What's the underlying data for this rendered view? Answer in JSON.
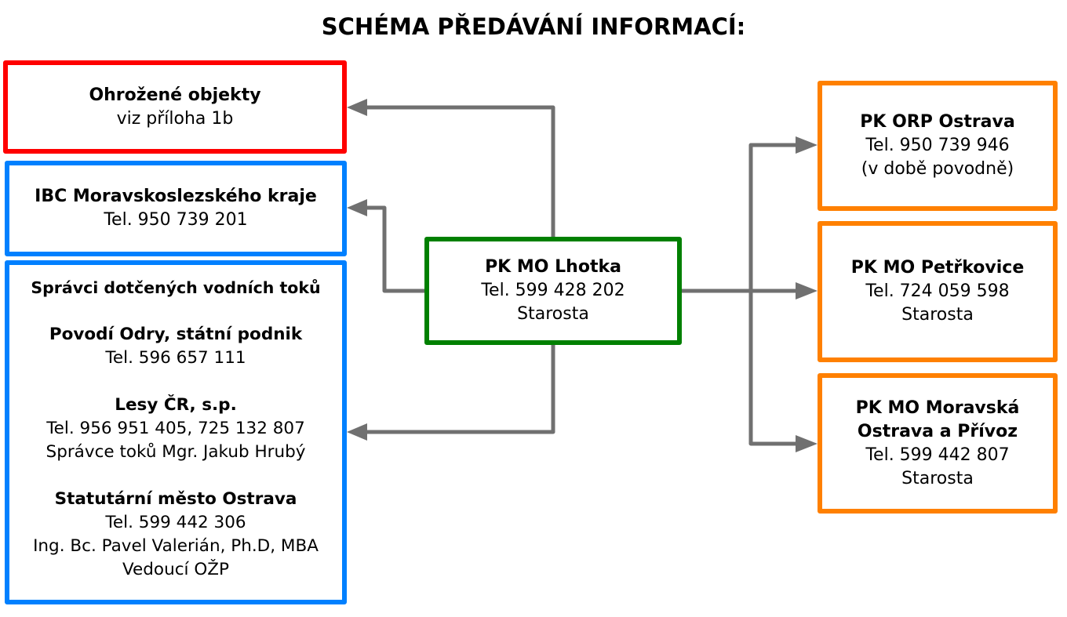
{
  "title": "SCHÉMA PŘEDÁVÁNÍ INFORMACÍ:",
  "colors": {
    "threatened": "#ff0000",
    "authority": "#0080ff",
    "source": "#008000",
    "crisis_staff": "#ff8000",
    "connector": "#707070"
  },
  "center": {
    "name": "PK MO Lhotka",
    "phone": "Tel. 599 428 202",
    "role": "Starosta"
  },
  "left": {
    "threatened": {
      "name": "Ohrožené objekty",
      "note": "viz příloha 1b"
    },
    "ibc": {
      "name": "IBC Moravskoslezského kraje",
      "phone": "Tel. 950 739 201"
    },
    "watercourse_admins": {
      "heading": "Správci dotčených vodních toků",
      "entries": [
        {
          "name": "Povodí Odry, státní podnik",
          "lines": [
            "Tel. 596 657 111"
          ]
        },
        {
          "name": "Lesy ČR, s.p.",
          "lines": [
            "Tel. 956 951 405, 725 132 807",
            "Správce toků Mgr. Jakub Hrubý"
          ]
        },
        {
          "name": "Statutární město Ostrava",
          "lines": [
            "Tel. 599 442 306",
            "Ing. Bc. Pavel Valerián, Ph.D, MBA",
            "Vedoucí OŽP"
          ]
        }
      ]
    }
  },
  "right": [
    {
      "name_lines": [
        "PK ORP Ostrava"
      ],
      "lines": [
        "Tel. 950 739 946",
        "(v době povodně)"
      ]
    },
    {
      "name_lines": [
        "PK MO Petřkovice"
      ],
      "lines": [
        "Tel. 724 059 598",
        "Starosta"
      ]
    },
    {
      "name_lines": [
        "PK MO Moravská",
        "Ostrava a Přívoz"
      ],
      "lines": [
        "Tel. 599 442 807",
        "Starosta"
      ]
    }
  ],
  "connections": [
    {
      "from": "PK MO Lhotka",
      "to": "Ohrožené objekty"
    },
    {
      "from": "PK MO Lhotka",
      "to": "IBC Moravskoslezského kraje"
    },
    {
      "from": "PK MO Lhotka",
      "to": "Správci dotčených vodních toků"
    },
    {
      "from": "PK MO Lhotka",
      "to": "PK ORP Ostrava"
    },
    {
      "from": "PK MO Lhotka",
      "to": "PK MO Petřkovice"
    },
    {
      "from": "PK MO Lhotka",
      "to": "PK MO Moravská Ostrava a Přívoz"
    }
  ]
}
